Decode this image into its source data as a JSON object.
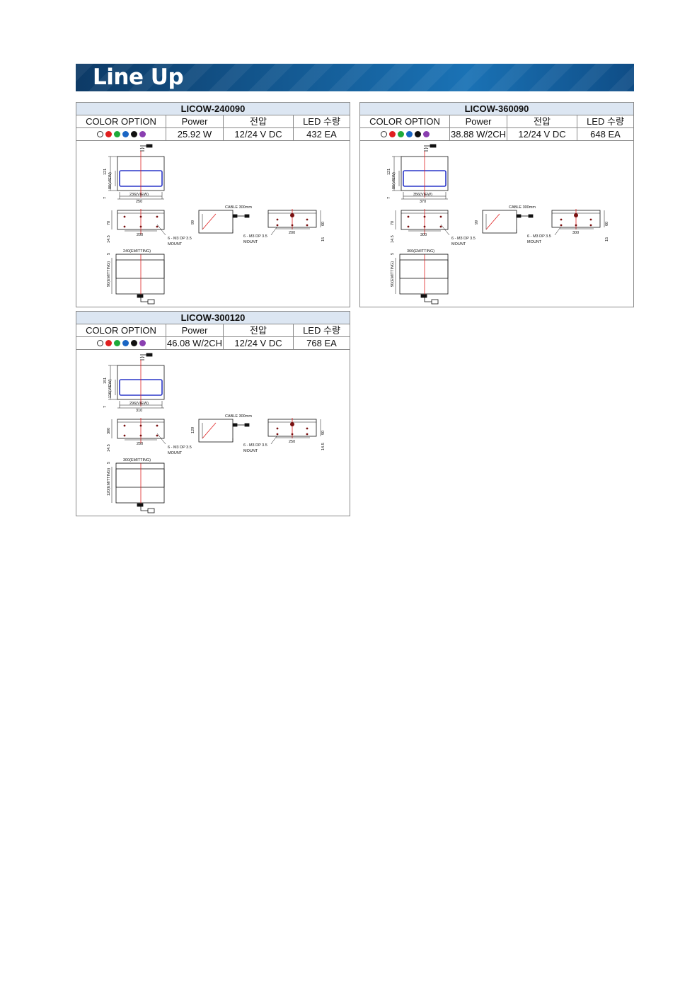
{
  "header": {
    "title": "Line Up"
  },
  "colors": {
    "white": "#ffffff",
    "red": "#e02020",
    "green": "#1faa3a",
    "blue": "#1a66c4",
    "black": "#111111",
    "purple": "#8a3fb0"
  },
  "table_headers": {
    "color_option": "COLOR OPTION",
    "power": "Power",
    "voltage": "전압",
    "led_count": "LED 수량"
  },
  "products": [
    {
      "model": "LICOW-240090",
      "power": "25.92 W",
      "voltage": "12/24 V DC",
      "led_count": "432 EA",
      "dims": {
        "height_total": "121",
        "view_h": "80(VIEW)",
        "offset": "7",
        "view_w": "236(VIEW)",
        "total_w": "250",
        "mount_h": "70",
        "mount_spacing": "200",
        "mount_label": "6 - M3 DP 3.5",
        "mount_word": "MOUNT",
        "side_h": "99",
        "cable": "CABLE 300mm",
        "right_h": "60",
        "right_depth": "15",
        "bottom_depth": "14.5",
        "bottom_offset": "5",
        "emit_w": "240(EMITTING)",
        "emit_h": "90(EMITTING)"
      }
    },
    {
      "model": "LICOW-360090",
      "power": "38.88 W/2CH",
      "voltage": "12/24 V DC",
      "led_count": "648 EA",
      "dims": {
        "height_total": "121",
        "view_h": "80(VIEW)",
        "offset": "7",
        "view_w": "356(VIEW)",
        "total_w": "370",
        "mount_h": "70",
        "mount_spacing": "300",
        "mount_label": "6 - M3 DP 3.5",
        "mount_word": "MOUNT",
        "side_h": "99",
        "cable": "CABLE 300mm",
        "right_h": "60",
        "right_depth": "15",
        "bottom_depth": "14.5",
        "bottom_offset": "5",
        "emit_w": "360(EMITTING)",
        "emit_h": "90(EMITTING)"
      }
    },
    {
      "model": "LICOW-300120",
      "power": "46.08 W/2CH",
      "voltage": "12/24 V DC",
      "led_count": "768 EA",
      "dims": {
        "height_total": "151",
        "view_h": "116(VIEW)",
        "offset": "7",
        "view_w": "296(VIEW)",
        "total_w": "310",
        "mount_h": "300",
        "mount_spacing": "250",
        "mount_label": "6 - M3 DP 3.5",
        "mount_word": "MOUNT",
        "side_h": "129",
        "cable": "CABLE 300mm",
        "right_h": "90",
        "right_depth": "14.5",
        "bottom_depth": "14.5",
        "bottom_offset": "5",
        "emit_w": "300(EMITTING)",
        "emit_h": "120(EMITTING)"
      }
    }
  ]
}
